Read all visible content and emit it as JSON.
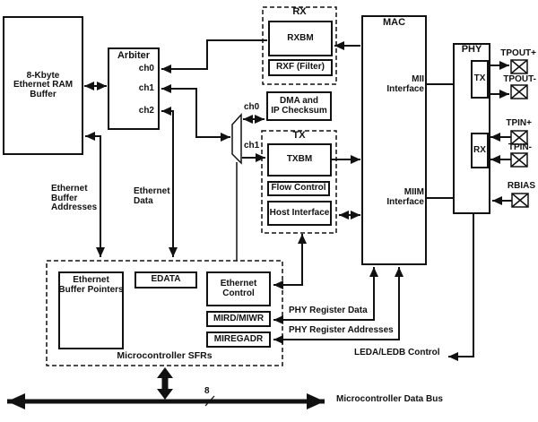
{
  "diagram": {
    "ram": {
      "lines": [
        "8-Kbyte",
        "Ethernet RAM",
        "Buffer"
      ]
    },
    "arbiter": {
      "title": "Arbiter",
      "channels": [
        "ch0",
        "ch1",
        "ch2"
      ]
    },
    "mux": {
      "ch0": "ch0",
      "ch1": "ch1"
    },
    "rx_group": {
      "title": "RX",
      "rxbm": "RXBM",
      "rxf": "RXF (Filter)"
    },
    "dma": {
      "lines": [
        "DMA and",
        "IP Checksum"
      ]
    },
    "tx_group": {
      "title": "TX",
      "txbm": "TXBM",
      "flow_control": "Flow Control",
      "host_interface": "Host Interface"
    },
    "mac": {
      "title": "MAC",
      "mii": {
        "lines": [
          "MII",
          "Interface"
        ]
      },
      "miim": {
        "lines": [
          "MIIM",
          "Interface"
        ]
      }
    },
    "phy": {
      "title": "PHY",
      "tx": "TX",
      "rx": "RX"
    },
    "pads": [
      {
        "label": "TPOUT+"
      },
      {
        "label": "TPOUT-"
      },
      {
        "label": "TPIN+"
      },
      {
        "label": "TPIN-"
      },
      {
        "label": "RBIAS"
      }
    ],
    "sfr": {
      "title": "Microcontroller SFRs",
      "pointers": {
        "lines": [
          "Ethernet",
          "Buffer Pointers"
        ]
      },
      "edata": "EDATA",
      "control": {
        "lines": [
          "Ethernet",
          "Control"
        ]
      },
      "mird_miwr": "MIRD/MIWR",
      "miregadr": "MIREGADR"
    },
    "labels": {
      "buffer_addresses": {
        "lines": [
          "Ethernet",
          "Buffer",
          "Addresses"
        ]
      },
      "ethernet_data": {
        "lines": [
          "Ethernet",
          "Data"
        ]
      },
      "phy_register_data": "PHY Register Data",
      "phy_register_addresses": "PHY Register Addresses",
      "leda_ledb": "LEDA/LEDB Control",
      "data_bus": "Microcontroller Data Bus",
      "bus_width": "8"
    },
    "colors": {
      "line": "#111111",
      "background": "#ffffff"
    }
  }
}
